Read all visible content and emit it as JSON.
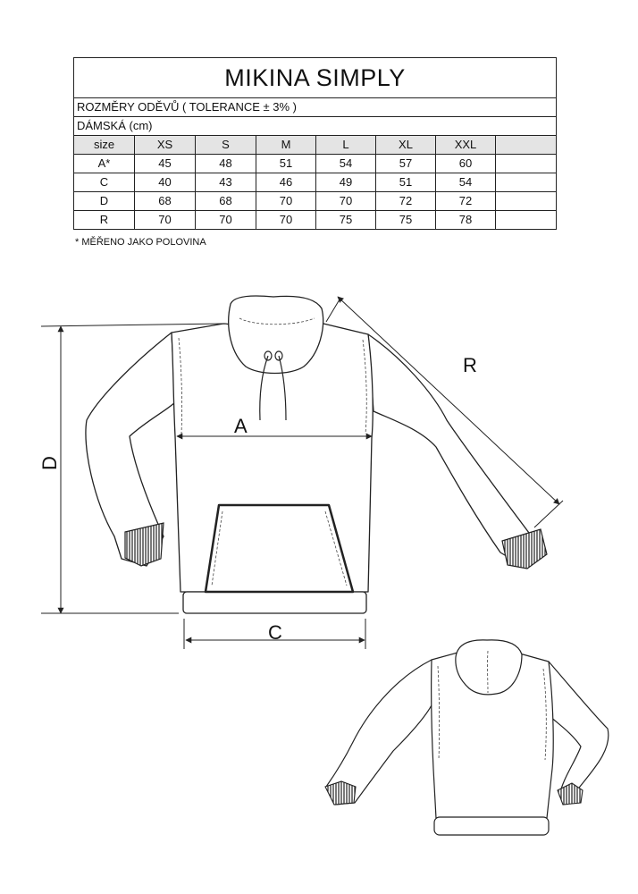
{
  "title": "MIKINA SIMPLY",
  "subtitle": "ROZMĚRY ODĚVŮ  ( TOLERANCE ± 3% )",
  "category": "DÁMSKÁ (cm)",
  "table": {
    "header_label": "size",
    "sizes": [
      "XS",
      "S",
      "M",
      "L",
      "XL",
      "XXL"
    ],
    "rows": [
      {
        "label": "A*",
        "values": [
          "45",
          "48",
          "51",
          "54",
          "57",
          "60"
        ]
      },
      {
        "label": "C",
        "values": [
          "40",
          "43",
          "46",
          "49",
          "51",
          "54"
        ]
      },
      {
        "label": "D",
        "values": [
          "68",
          "68",
          "70",
          "70",
          "72",
          "72"
        ]
      },
      {
        "label": "R",
        "values": [
          "70",
          "70",
          "70",
          "75",
          "75",
          "78"
        ]
      }
    ]
  },
  "footnote": "* MĚŘENO JAKO POLOVINA",
  "diagram_labels": {
    "a": "A",
    "c": "C",
    "d": "D",
    "r": "R"
  }
}
